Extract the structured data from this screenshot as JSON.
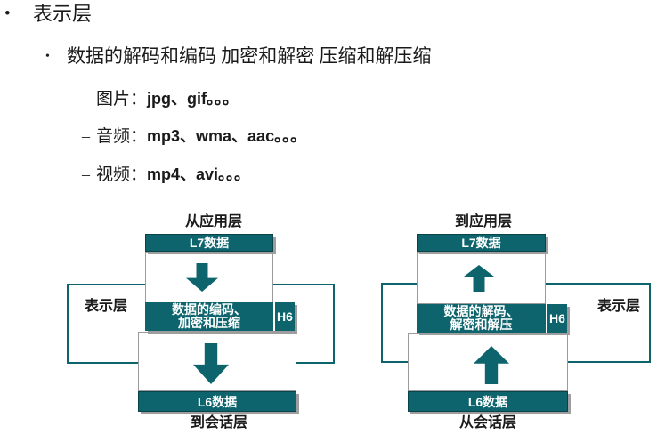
{
  "slide": {
    "bullet_l1": {
      "marker": "•",
      "text": "表示层"
    },
    "bullet_l2": {
      "marker": "•",
      "text": "数据的解码和编码 加密和解密 压缩和解压缩"
    },
    "list": [
      {
        "marker": "–",
        "label": "图片：",
        "value": "jpg、gif。。。"
      },
      {
        "marker": "–",
        "label": "音频：",
        "value": "mp3、wma、aac。。。"
      },
      {
        "marker": "–",
        "label": "视频：",
        "value": "mp4、avi。。。"
      }
    ]
  },
  "diagrams": {
    "left": {
      "top_label": "从应用层",
      "l7_label": "L7数据",
      "process_line1": "数据的编码、",
      "process_line2": "加密和压缩",
      "header_label": "H6",
      "l6_label": "L6数据",
      "bottom_label": "到会话层",
      "layer_label": "表示层",
      "flow": "down"
    },
    "right": {
      "top_label": "到应用层",
      "l7_label": "L7数据",
      "process_line1": "数据的解码、",
      "process_line2": "解密和解压",
      "header_label": "H6",
      "l6_label": "L6数据",
      "bottom_label": "从会话层",
      "layer_label": "表示层",
      "flow": "up"
    }
  },
  "colors": {
    "teal": "#0d646d",
    "teal_dark_edge": "#09444b",
    "shadow_gray": "#9e9e9e",
    "box_border_gray": "#9b9b9b",
    "text": "#1a1a1a",
    "background": "#ffffff"
  }
}
